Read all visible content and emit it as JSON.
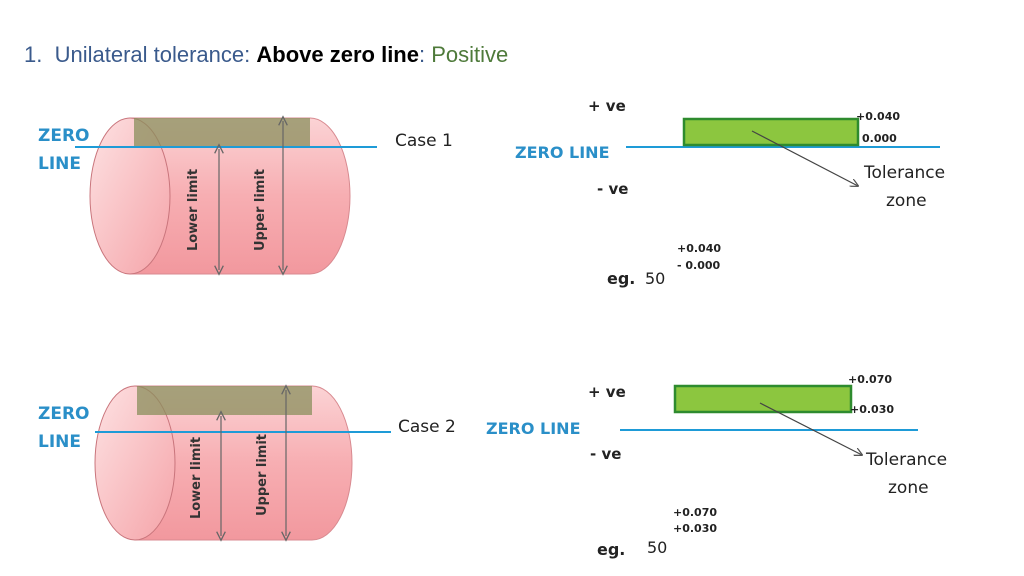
{
  "heading": {
    "number": "1.",
    "label": "Unilateral tolerance:",
    "emphasis": "Above zero line",
    "separator": ":",
    "sign_word": "Positive"
  },
  "colors": {
    "heading_blue": "#3a5a8c",
    "zero_line": "#1e9bd7",
    "zero_label": "#2a8fc8",
    "cylinder_fill": "#f5a3a8",
    "tolerance_band_cylinder": "#8a8f5c",
    "tolerance_zone": "#8cc63f",
    "tolerance_zone_border": "#2e8b2e"
  },
  "case1": {
    "zero_label_top": "ZERO",
    "zero_label_bottom": "LINE",
    "case_label": "Case 1",
    "lower_limit": "Lower limit",
    "upper_limit": "Upper limit",
    "plus_ve": "+ ve",
    "minus_ve": "- ve",
    "zone_zero_label": "ZERO LINE",
    "upper_dev": "+0.040",
    "lower_dev": "0.000",
    "zone_label_1": "Tolerance",
    "zone_label_2": "zone",
    "example_prefix": "eg.",
    "example_basic": "50",
    "example_upper": "+0.040",
    "example_lower": "- 0.000"
  },
  "case2": {
    "zero_label_top": "ZERO",
    "zero_label_bottom": "LINE",
    "case_label": "Case 2",
    "lower_limit": "Lower limit",
    "upper_limit": "Upper limit",
    "plus_ve": "+ ve",
    "minus_ve": "- ve",
    "zone_zero_label": "ZERO LINE",
    "upper_dev": "+0.070",
    "lower_dev": "+0.030",
    "zone_label_1": "Tolerance",
    "zone_label_2": "zone",
    "example_prefix": "eg.",
    "example_basic": "50",
    "example_upper": "+0.070",
    "example_lower": "+0.030"
  }
}
